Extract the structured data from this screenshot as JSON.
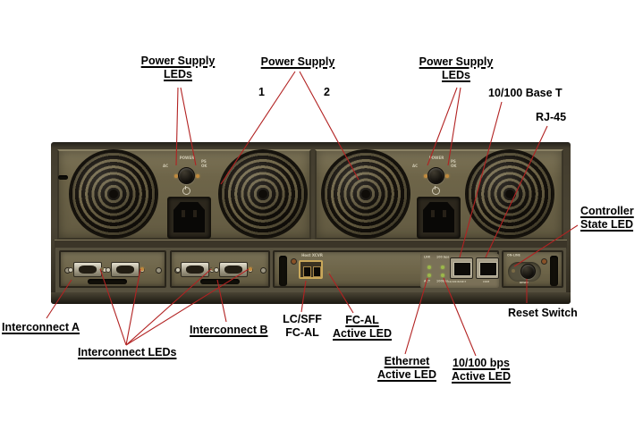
{
  "callouts": {
    "power_supply_leds_left": {
      "line1": "Power Supply",
      "line2": "LEDs"
    },
    "power_supply": {
      "label": "Power Supply",
      "unit1": "1",
      "unit2": "2"
    },
    "power_supply_leds_right": {
      "line1": "Power Supply",
      "line2": "LEDs"
    },
    "base_t": {
      "label": "10/100 Base T"
    },
    "rj45": {
      "label": "RJ-45"
    },
    "controller_state_led": {
      "line1": "Controller",
      "line2": "State LED"
    },
    "reset_switch": {
      "label": "Reset Switch"
    },
    "interconnect_a": {
      "label": "Interconnect A"
    },
    "interconnect_b": {
      "label": "Interconnect B"
    },
    "interconnect_leds": {
      "label": "Interconnect LEDs"
    },
    "lc_sff_fc_al": {
      "line1": "LC/SFF",
      "line2": "FC-AL"
    },
    "fc_al_active_led": {
      "line1": "FC-AL",
      "line2": "Active LED"
    },
    "ethernet_active_led": {
      "line1": "Ethernet",
      "line2": "Active LED"
    },
    "bps_active_led": {
      "line1": "10/100 bps",
      "line2": "Active LED"
    }
  },
  "device": {
    "ps1": {
      "power": "POWER",
      "ac": "AC",
      "ps": "PS",
      "ok": "OK"
    },
    "ps2": {
      "power": "POWER",
      "ac": "AC",
      "ps": "PS",
      "ok": "OK"
    },
    "controller": {
      "xcvr": "Host XCVR",
      "led_top_left": "LNK",
      "led_top_right": "100 bps",
      "led_bot_left": "ACT",
      "led_bot_right": "100bps",
      "port1": "10/100 BASE-T",
      "port2": "COM"
    },
    "right_module": {
      "online": "ON-LINE",
      "reset": "RESET"
    }
  },
  "colors": {
    "callout_line": "#b22222",
    "label_text": "#000000",
    "chassis_face": "#6e6549",
    "background": "#ffffff"
  }
}
